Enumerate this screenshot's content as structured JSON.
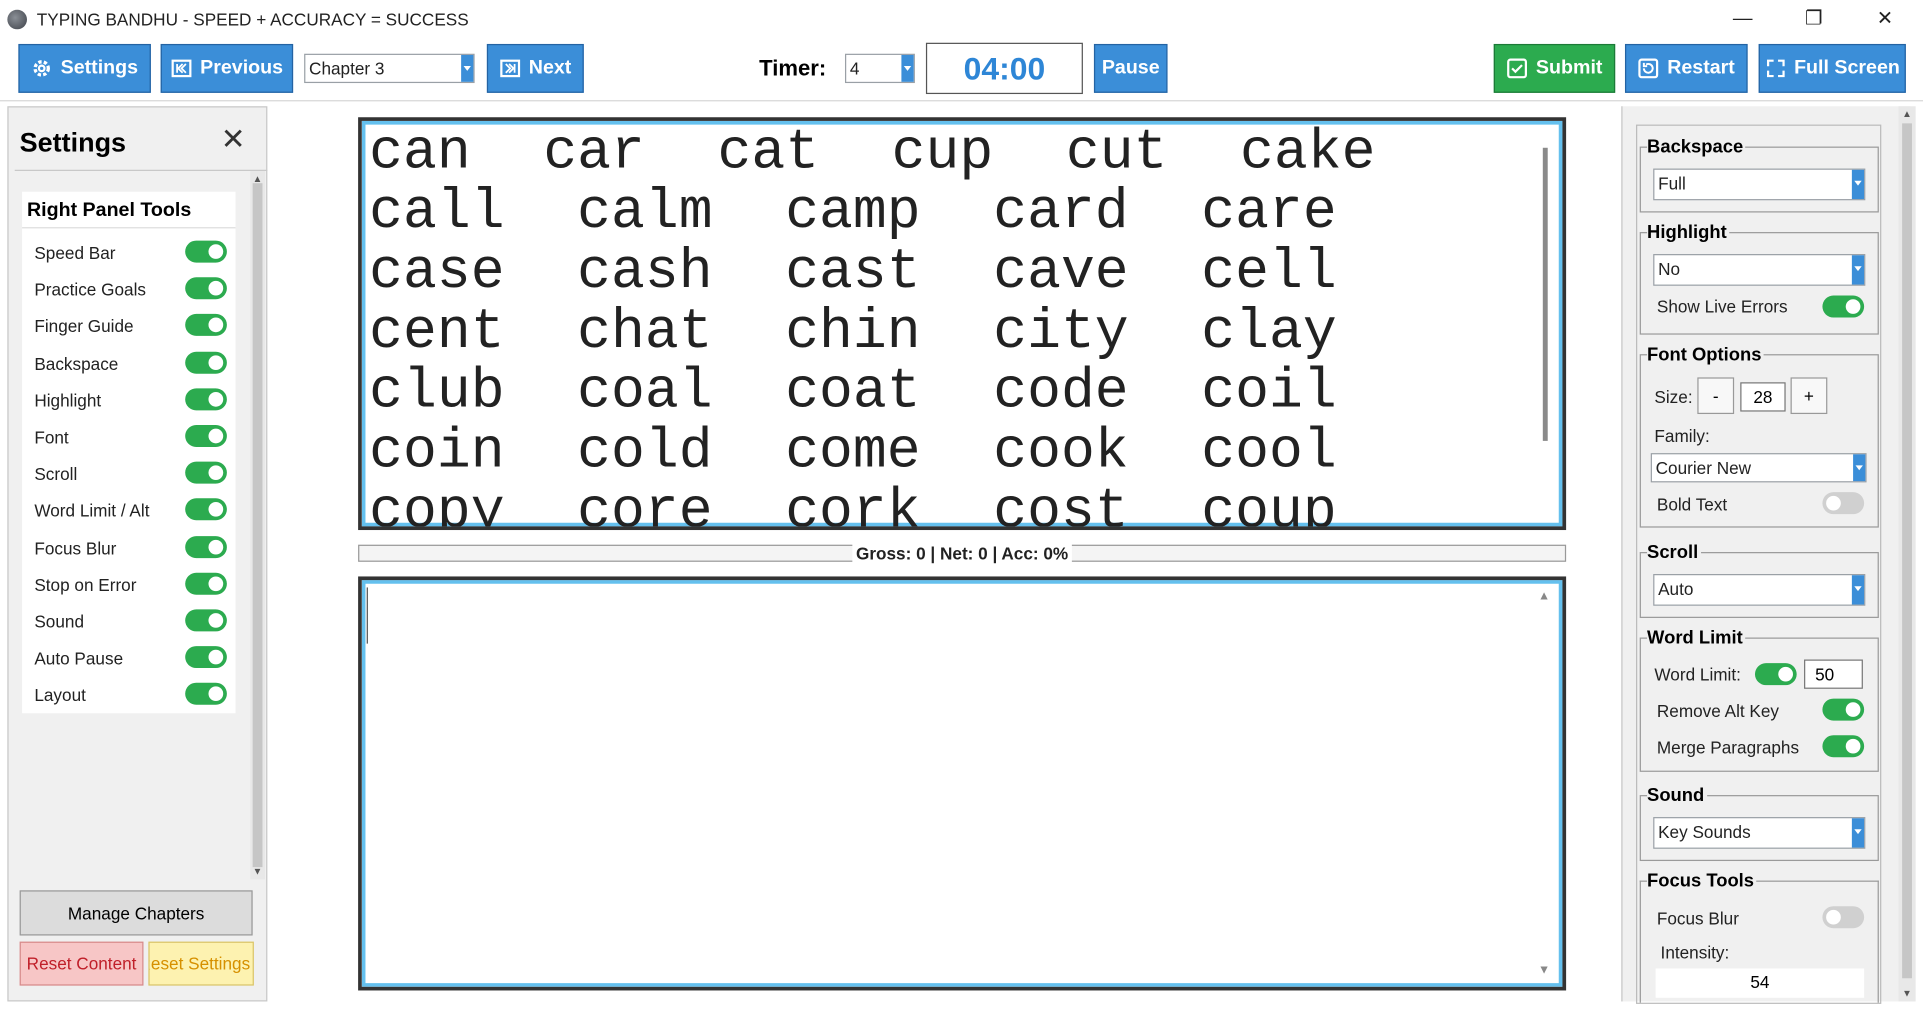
{
  "window": {
    "title": "TYPING BANDHU - SPEED + ACCURACY = SUCCESS",
    "minimize": "—",
    "restore": "❐",
    "close": "✕"
  },
  "toolbar": {
    "settings_label": "Settings",
    "previous_label": "Previous",
    "chapter_value": "Chapter 3",
    "next_label": "Next",
    "timer_label": "Timer:",
    "timer_value": "4",
    "timer_display": "04:00",
    "pause_label": "Pause",
    "submit_label": "Submit",
    "restart_label": "Restart",
    "fullscreen_label": "Full Screen"
  },
  "left_panel": {
    "title": "Settings",
    "section": "Right Panel Tools",
    "items": [
      {
        "label": "Speed Bar",
        "on": true
      },
      {
        "label": "Practice Goals",
        "on": true
      },
      {
        "label": "Finger Guide",
        "on": true
      },
      {
        "label": "Backspace",
        "on": true
      },
      {
        "label": "Highlight",
        "on": true
      },
      {
        "label": "Font",
        "on": true
      },
      {
        "label": "Scroll",
        "on": true
      },
      {
        "label": "Word Limit / Alt",
        "on": true
      },
      {
        "label": "Focus Blur",
        "on": true
      },
      {
        "label": "Stop on Error",
        "on": true
      },
      {
        "label": "Sound",
        "on": true
      },
      {
        "label": "Auto Pause",
        "on": true
      },
      {
        "label": "Layout",
        "on": true
      }
    ],
    "manage_chapters": "Manage Chapters",
    "reset_content": "Reset Content",
    "reset_settings": "Reset Settings"
  },
  "practice_text": "can  car  cat  cup  cut  cake  call  calm  camp  card  care  case  cash  cast  cave  cell  cent  chat  chin  city  clay  club  coal  coat  code  coil  coin  cold  come  cook  cool  copy  core  cork  cost  coup  crew  crop  crowd  curb  cure  curl  cute  cage  cake  call  calm  camp  card",
  "stats": "Gross: 0 | Net: 0 | Acc: 0%",
  "right_panel": {
    "backspace_title": "Backspace",
    "backspace_value": "Full",
    "highlight_title": "Highlight",
    "highlight_value": "No",
    "show_live_errors": "Show Live Errors",
    "font_title": "Font Options",
    "size_label": "Size:",
    "size_minus": "-",
    "size_value": "28",
    "size_plus": "+",
    "family_label": "Family:",
    "family_value": "Courier New",
    "bold_text": "Bold Text",
    "scroll_title": "Scroll",
    "scroll_value": "Auto",
    "word_limit_title": "Word Limit",
    "word_limit_label": "Word Limit:",
    "word_limit_value": "50",
    "remove_alt_key": "Remove Alt Key",
    "merge_paragraphs": "Merge Paragraphs",
    "sound_title": "Sound",
    "sound_value": "Key Sounds",
    "focus_title": "Focus Tools",
    "focus_blur": "Focus Blur",
    "intensity_label": "Intensity:",
    "intensity_value": "54"
  },
  "colors": {
    "primary": "#3b8ed8",
    "success": "#2cab4f",
    "timer_text": "#2e86d6",
    "text_border": "#64c0ee"
  }
}
